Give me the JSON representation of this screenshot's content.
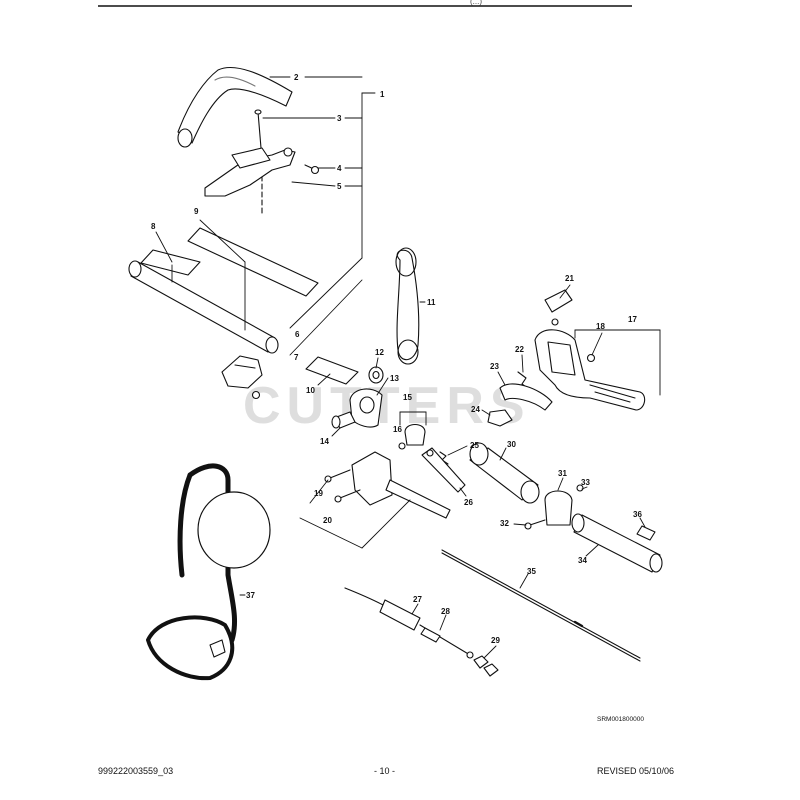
{
  "header": {
    "title_fragment": "(...)"
  },
  "diagram": {
    "watermark": "CUTTERS",
    "drawing_code": "SRM001800000",
    "callouts": [
      "1",
      "2",
      "3",
      "4",
      "5",
      "6",
      "7",
      "8",
      "9",
      "10",
      "11",
      "12",
      "13",
      "14",
      "15",
      "16",
      "17",
      "18",
      "19",
      "20",
      "21",
      "22",
      "23",
      "24",
      "25",
      "26",
      "27",
      "28",
      "29",
      "30",
      "31",
      "32",
      "33",
      "34",
      "35",
      "36",
      "37"
    ]
  },
  "footer": {
    "part_number": "999222003559_03",
    "page": "- 10 -",
    "revised": "REVISED 05/10/06"
  }
}
